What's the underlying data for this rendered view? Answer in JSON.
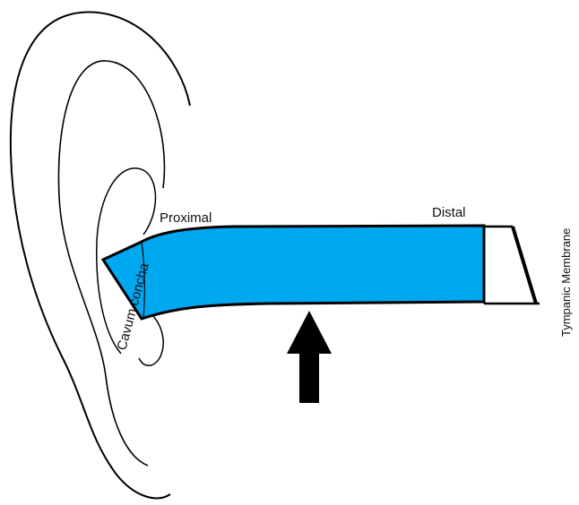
{
  "labels": {
    "proximal": "Proximal",
    "distal": "Distal",
    "cavum_concha": "Cavum concha",
    "tympanic_membrane": "Tympanic Membrane"
  },
  "colors": {
    "canal_fill": "#00A8F0",
    "outline": "#000000",
    "background": "#FFFFFF"
  }
}
